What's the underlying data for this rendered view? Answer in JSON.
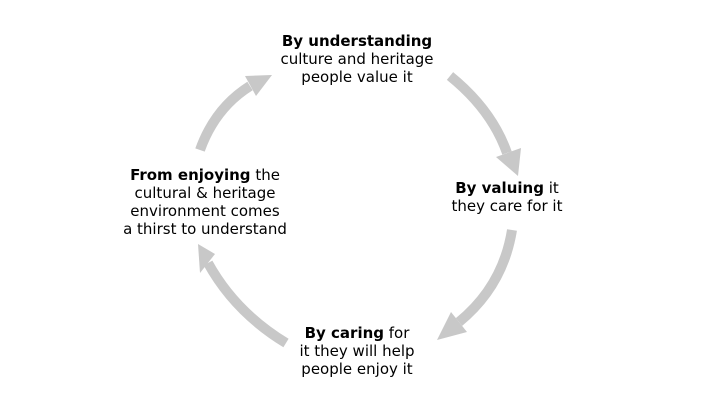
{
  "colors": {
    "arrow": "#c8c8c8",
    "text": "#000000",
    "background": "#ffffff"
  },
  "cycle": {
    "top": {
      "bold": "By understanding",
      "rest": "",
      "line2": "culture and heritage",
      "line3": "people value it"
    },
    "right": {
      "bold": "By valuing",
      "rest": " it",
      "line2": "they care for it"
    },
    "bottom": {
      "bold": "By caring",
      "rest": " for",
      "line2": "it they will help",
      "line3": "people enjoy it"
    },
    "left": {
      "bold": "From enjoying",
      "rest": " the",
      "line2": "cultural & heritage",
      "line3": "environment comes",
      "line4": "a thirst to understand"
    }
  }
}
